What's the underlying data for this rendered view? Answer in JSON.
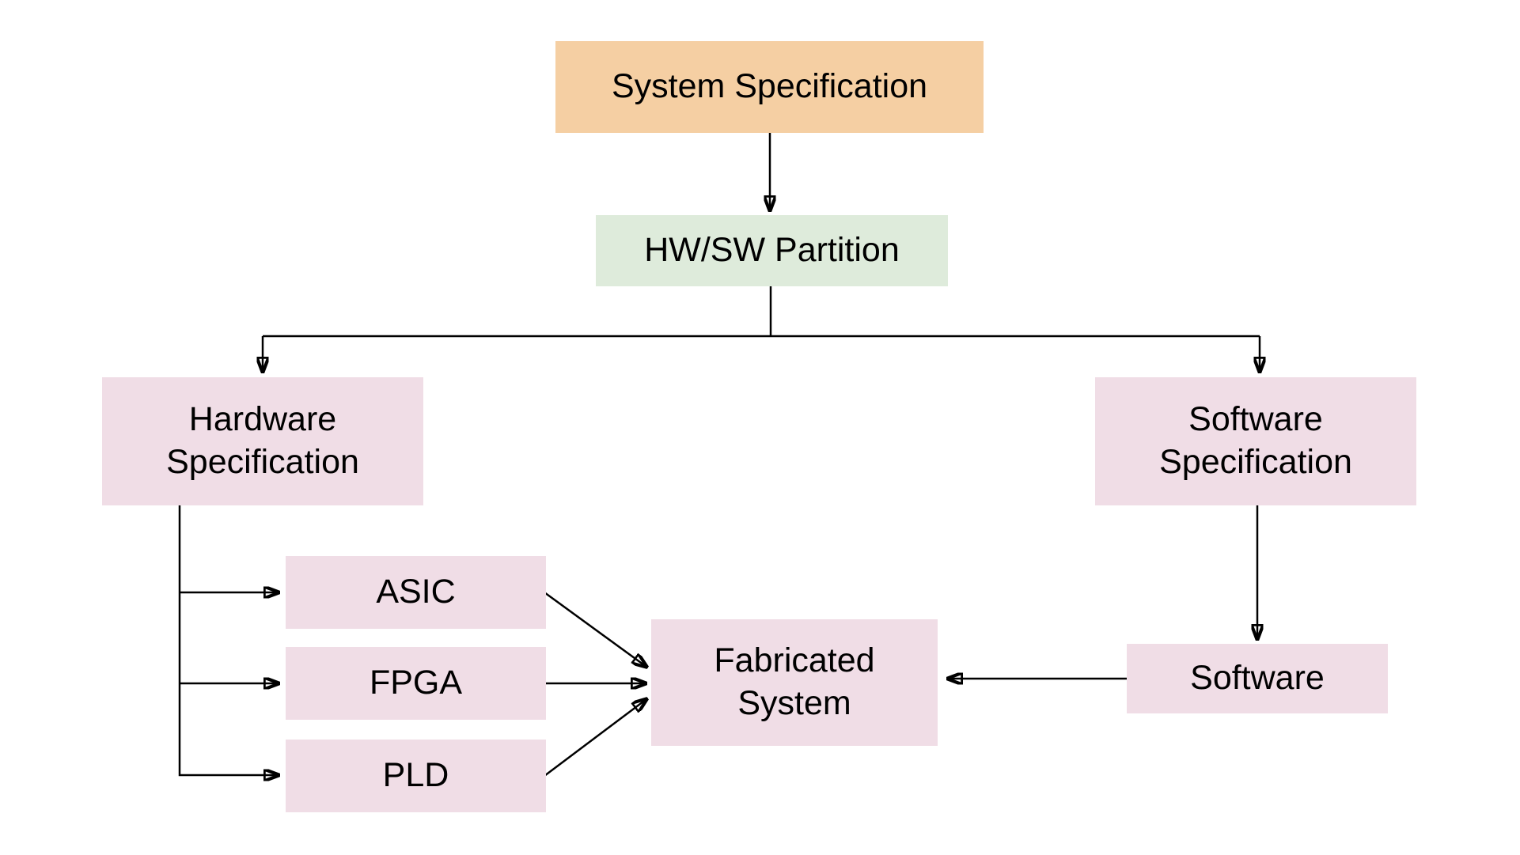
{
  "diagram_type": "flowchart",
  "colors": {
    "orange": "#f5cfa3",
    "green": "#deebdb",
    "pink": "#f0dde6",
    "line": "#000000",
    "text": "#000000",
    "background": "#ffffff"
  },
  "nodes": {
    "system_specification": {
      "label": "System Specification",
      "fill": "orange"
    },
    "hw_sw_partition": {
      "label": "HW/SW Partition",
      "fill": "green"
    },
    "hardware_specification": {
      "label": "Hardware Specification",
      "fill": "pink"
    },
    "software_specification": {
      "label": "Software Specification",
      "fill": "pink"
    },
    "asic": {
      "label": "ASIC",
      "fill": "pink"
    },
    "fpga": {
      "label": "FPGA",
      "fill": "pink"
    },
    "pld": {
      "label": "PLD",
      "fill": "pink"
    },
    "fabricated_system": {
      "label": "Fabricated System",
      "fill": "pink"
    },
    "software": {
      "label": "Software",
      "fill": "pink"
    }
  },
  "edges": [
    {
      "from": "System Specification",
      "to": "HW/SW Partition"
    },
    {
      "from": "HW/SW Partition",
      "to": "Hardware Specification"
    },
    {
      "from": "HW/SW Partition",
      "to": "Software Specification"
    },
    {
      "from": "Hardware Specification",
      "to": "ASIC"
    },
    {
      "from": "Hardware Specification",
      "to": "FPGA"
    },
    {
      "from": "Hardware Specification",
      "to": "PLD"
    },
    {
      "from": "ASIC",
      "to": "Fabricated System"
    },
    {
      "from": "FPGA",
      "to": "Fabricated System"
    },
    {
      "from": "PLD",
      "to": "Fabricated System"
    },
    {
      "from": "Software Specification",
      "to": "Software"
    },
    {
      "from": "Software",
      "to": "Fabricated System"
    }
  ]
}
